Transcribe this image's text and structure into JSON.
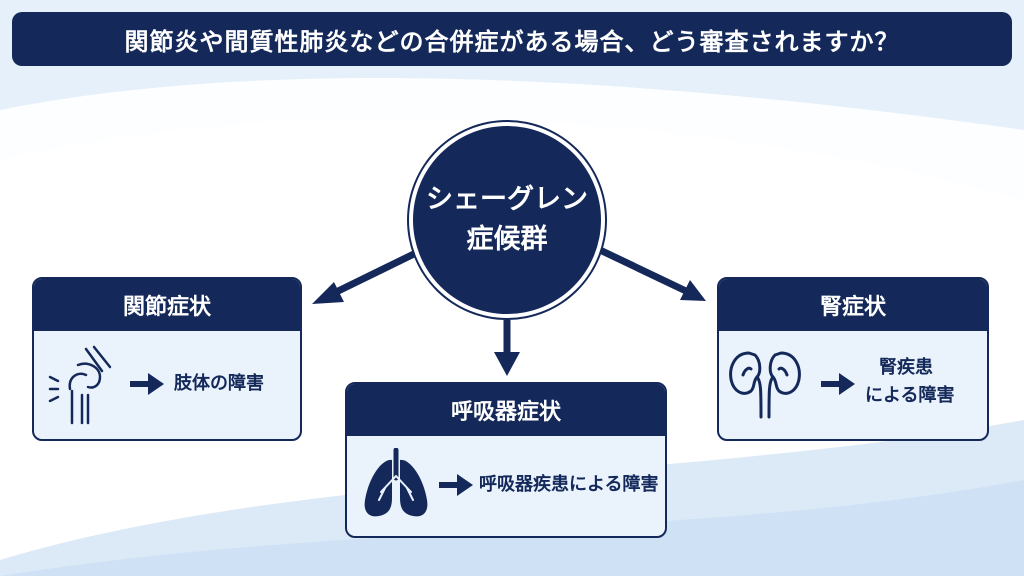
{
  "header": {
    "title": "関節炎や間質性肺炎などの合併症がある場合、どう審査されますか？"
  },
  "center": {
    "line1": "シェーグレン",
    "line2": "症候群"
  },
  "cards": {
    "joint": {
      "title": "関節症状",
      "icon": "knee-joint-icon",
      "result": "肢体の障害"
    },
    "respiratory": {
      "title": "呼吸器症状",
      "icon": "lungs-icon",
      "result": "呼吸器疾患による障害"
    },
    "kidney": {
      "title": "腎症状",
      "icon": "kidneys-icon",
      "result_line1": "腎疾患",
      "result_line2": "による障害"
    }
  },
  "colors": {
    "navy": "#14295a",
    "card_bg": "#eaf3fc",
    "page_bg": "#e8f1fb"
  }
}
